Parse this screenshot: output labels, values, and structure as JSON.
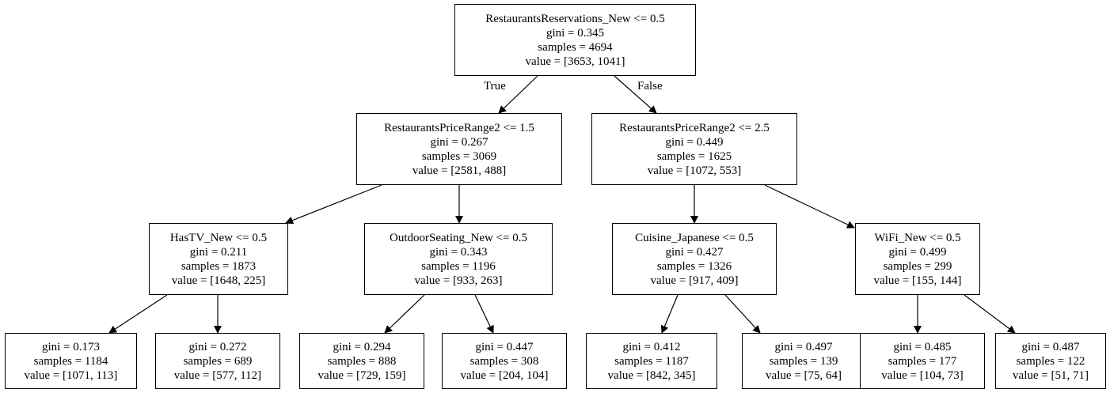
{
  "tree": {
    "nodes": [
      {
        "id": "n0",
        "lines": [
          "RestaurantsReservations_New <= 0.5",
          "gini = 0.345",
          "samples = 4694",
          "value = [3653, 1041]"
        ]
      },
      {
        "id": "n1",
        "lines": [
          "RestaurantsPriceRange2 <= 1.5",
          "gini = 0.267",
          "samples = 3069",
          "value = [2581, 488]"
        ]
      },
      {
        "id": "n2",
        "lines": [
          "RestaurantsPriceRange2 <= 2.5",
          "gini = 0.449",
          "samples = 1625",
          "value = [1072, 553]"
        ]
      },
      {
        "id": "n3",
        "lines": [
          "HasTV_New <= 0.5",
          "gini = 0.211",
          "samples = 1873",
          "value = [1648, 225]"
        ]
      },
      {
        "id": "n4",
        "lines": [
          "OutdoorSeating_New <= 0.5",
          "gini = 0.343",
          "samples = 1196",
          "value = [933, 263]"
        ]
      },
      {
        "id": "n5",
        "lines": [
          "Cuisine_Japanese <= 0.5",
          "gini = 0.427",
          "samples = 1326",
          "value = [917, 409]"
        ]
      },
      {
        "id": "n6",
        "lines": [
          "WiFi_New <= 0.5",
          "gini = 0.499",
          "samples = 299",
          "value = [155, 144]"
        ]
      },
      {
        "id": "n7",
        "lines": [
          "gini = 0.173",
          "samples = 1184",
          "value = [1071, 113]"
        ]
      },
      {
        "id": "n8",
        "lines": [
          "gini = 0.272",
          "samples = 689",
          "value = [577, 112]"
        ]
      },
      {
        "id": "n9",
        "lines": [
          "gini = 0.294",
          "samples = 888",
          "value = [729, 159]"
        ]
      },
      {
        "id": "n10",
        "lines": [
          "gini = 0.447",
          "samples = 308",
          "value = [204, 104]"
        ]
      },
      {
        "id": "n11",
        "lines": [
          "gini = 0.412",
          "samples = 1187",
          "value = [842, 345]"
        ]
      },
      {
        "id": "n12",
        "lines": [
          "gini = 0.497",
          "samples = 139",
          "value = [75, 64]"
        ]
      },
      {
        "id": "n13",
        "lines": [
          "gini = 0.485",
          "samples = 177",
          "value = [104, 73]"
        ]
      },
      {
        "id": "n14",
        "lines": [
          "gini = 0.487",
          "samples = 122",
          "value = [51, 71]"
        ]
      }
    ],
    "edges": [
      {
        "from": "n0",
        "to": "n1",
        "label": "True"
      },
      {
        "from": "n0",
        "to": "n2",
        "label": "False"
      },
      {
        "from": "n1",
        "to": "n3",
        "label": ""
      },
      {
        "from": "n1",
        "to": "n4",
        "label": ""
      },
      {
        "from": "n2",
        "to": "n5",
        "label": ""
      },
      {
        "from": "n2",
        "to": "n6",
        "label": ""
      },
      {
        "from": "n3",
        "to": "n7",
        "label": ""
      },
      {
        "from": "n3",
        "to": "n8",
        "label": ""
      },
      {
        "from": "n4",
        "to": "n9",
        "label": ""
      },
      {
        "from": "n4",
        "to": "n10",
        "label": ""
      },
      {
        "from": "n5",
        "to": "n11",
        "label": ""
      },
      {
        "from": "n5",
        "to": "n12",
        "label": ""
      },
      {
        "from": "n6",
        "to": "n13",
        "label": ""
      },
      {
        "from": "n6",
        "to": "n14",
        "label": ""
      }
    ]
  }
}
